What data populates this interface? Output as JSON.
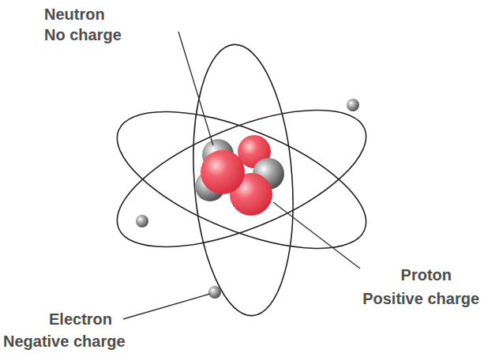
{
  "diagram": {
    "labels": [
      "Neutron",
      "No charge",
      "Proton",
      "Positive charge",
      "Electron",
      "Negative charge"
    ]
  }
}
